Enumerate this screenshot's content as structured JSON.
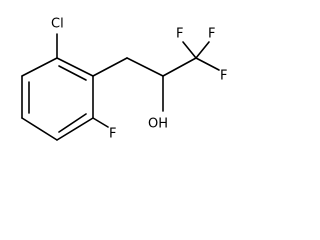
{
  "molecule": {
    "atom_labels": {
      "chlorine": "Cl",
      "fluorine_ring": "F",
      "hydroxyl": "OH",
      "fluorine_top_left": "F",
      "fluorine_top_right": "F",
      "fluorine_right": "F"
    },
    "colors": {
      "bond": "#000000",
      "label": "#000000",
      "background": "#ffffff"
    }
  }
}
